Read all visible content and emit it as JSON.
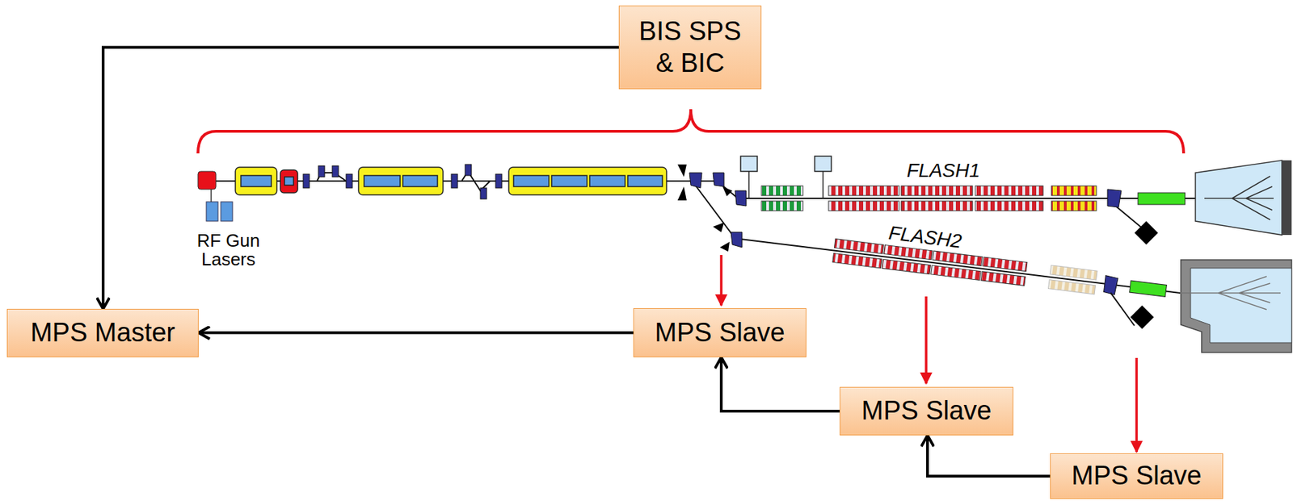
{
  "diagram": {
    "nodes": [
      {
        "text": [
          "BIS SPS & BIC"
        ]
      },
      {
        "text": [
          "MPS Master"
        ]
      },
      {
        "text": [
          "MPS Slave"
        ]
      },
      {
        "text": [
          "MPS Slave"
        ]
      },
      {
        "text": [
          "MPS Slave"
        ]
      }
    ],
    "edges": [
      {
        "from": 0,
        "to": 1,
        "arrow": "to"
      },
      {
        "from": 2,
        "to": 1,
        "arrow": "to"
      },
      {
        "from": 3,
        "to": 2,
        "arrow": "to"
      },
      {
        "from": 4,
        "to": 3,
        "arrow": "to"
      }
    ],
    "labels": [
      "RF Gun Lasers",
      "FLASH1",
      "FLASH2"
    ]
  }
}
